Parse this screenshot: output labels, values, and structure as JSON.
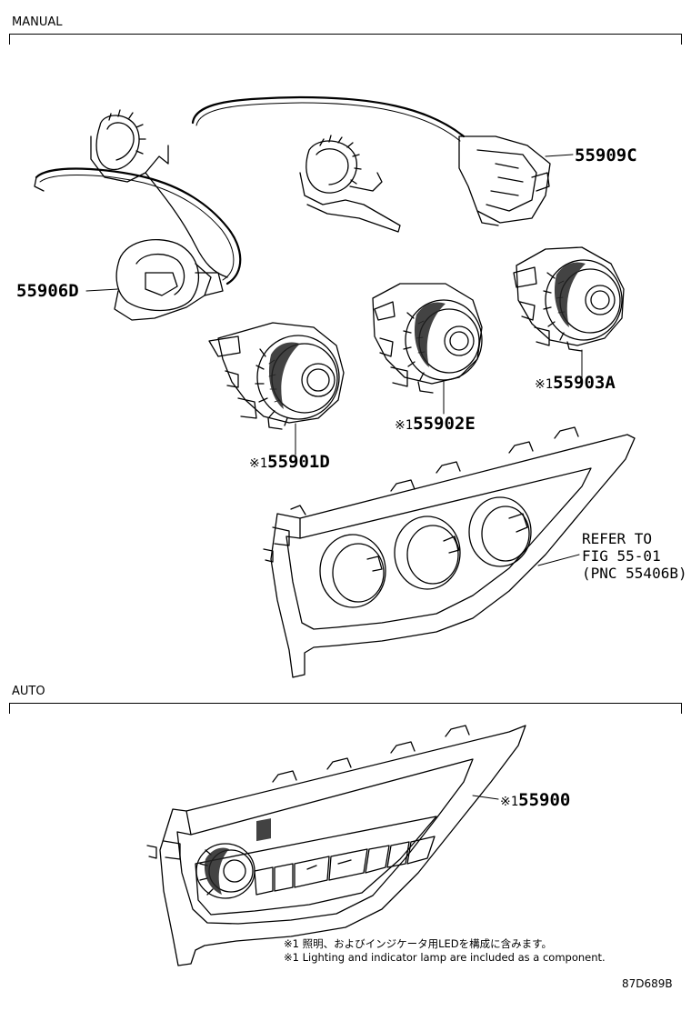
{
  "sections": {
    "manual": "MANUAL",
    "auto": "AUTO"
  },
  "parts": {
    "p55909c": "55909C",
    "p55906d": "55906D",
    "p55903a": "55903A",
    "p55902e": "55902E",
    "p55901d": "55901D",
    "p55900": "55900",
    "mark": "※1"
  },
  "refer": {
    "line1": "REFER TO",
    "line2": "FIG 55-01",
    "line3": "(PNC 55406B)"
  },
  "notes": {
    "jp": "※1 照明、およびインジケータ用LEDを構成に含みます。",
    "en": "※1 Lighting and indicator lamp are included as a component."
  },
  "figure_code": "87D689B"
}
